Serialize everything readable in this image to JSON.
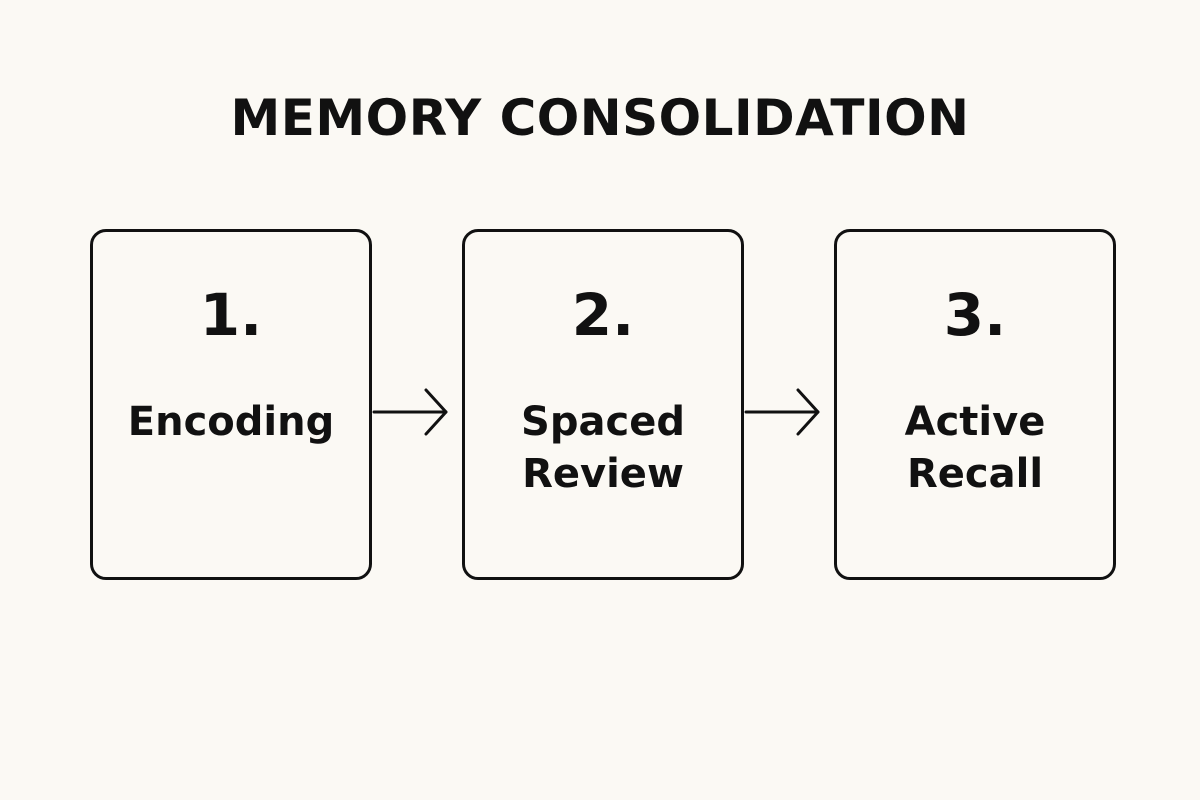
{
  "diagram": {
    "title": "MEMORY CONSOLIDATION",
    "steps": [
      {
        "number": "1.",
        "label": "Encoding"
      },
      {
        "number": "2.",
        "label": "Spaced\nReview"
      },
      {
        "number": "3.",
        "label": "Active\nRecall"
      }
    ],
    "colors": {
      "background": "#fbf9f4",
      "stroke": "#111111",
      "text": "#111111"
    }
  }
}
